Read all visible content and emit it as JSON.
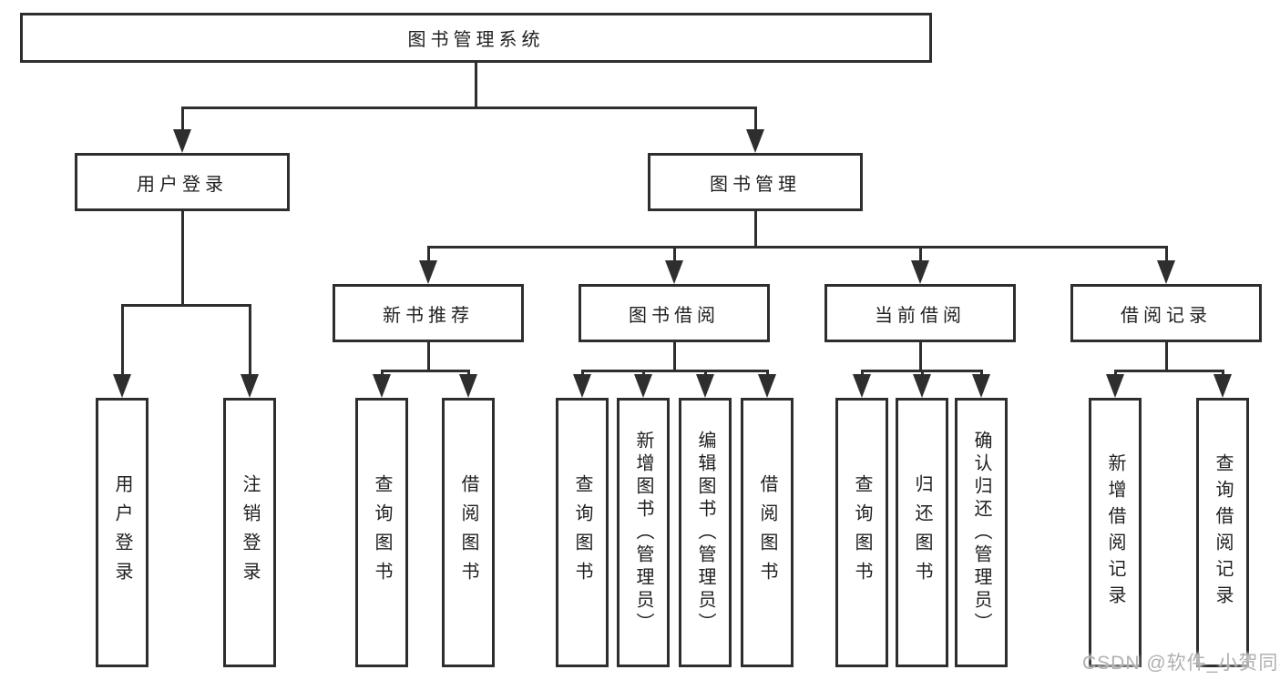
{
  "root": {
    "label": "图书管理系统"
  },
  "branches": [
    {
      "label": "用户登录"
    },
    {
      "label": "图书管理"
    }
  ],
  "modules": [
    {
      "label": "新书推荐"
    },
    {
      "label": "图书借阅"
    },
    {
      "label": "当前借阅"
    },
    {
      "label": "借阅记录"
    }
  ],
  "leaves": {
    "login": [
      "用户登录",
      "注销登录"
    ],
    "recommend": [
      "查询图书",
      "借阅图书"
    ],
    "borrow": [
      "查询图书",
      "新增图书（管理员）",
      "编辑图书（管理员）",
      "借阅图书"
    ],
    "current": [
      "查询图书",
      "归还图书",
      "确认归还（管理员）"
    ],
    "records": [
      "新增借阅记录",
      "查询借阅记录"
    ]
  },
  "watermark": "CSDN @软件_小贺同学"
}
